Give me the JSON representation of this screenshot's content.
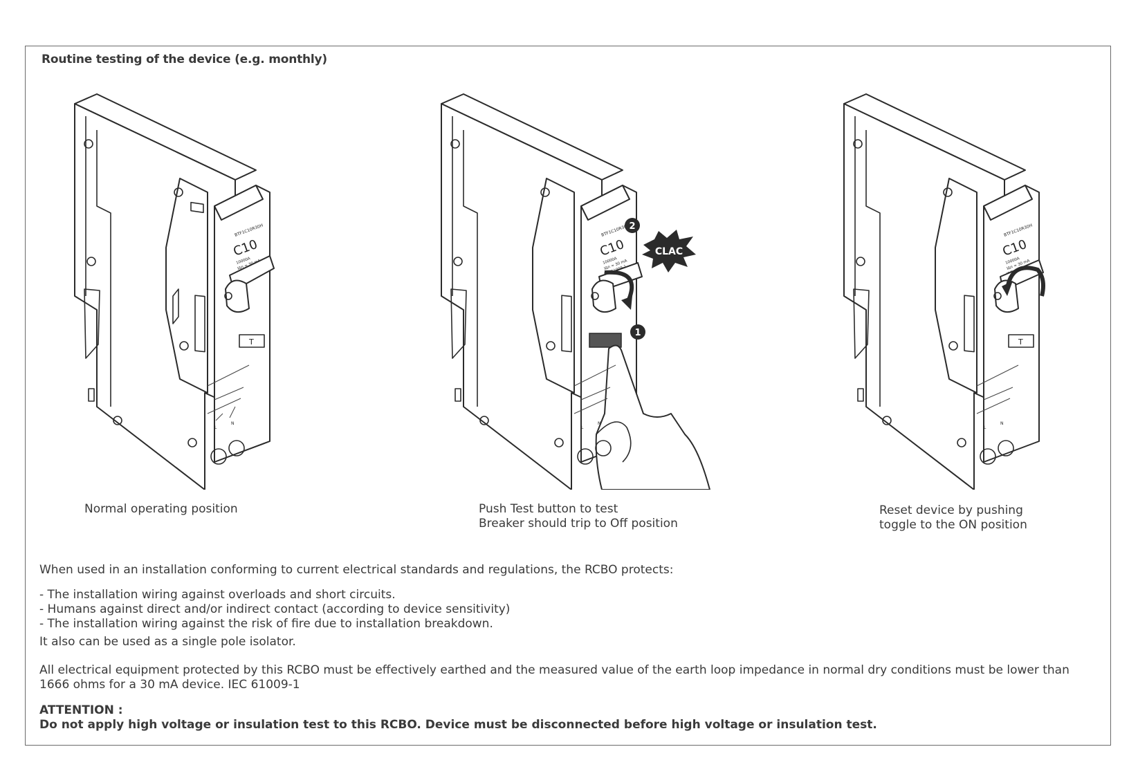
{
  "heading": "Routine testing of the device (e.g. monthly)",
  "device_labels": {
    "model_code": "BTF1C10R30H",
    "rating": "C10",
    "breaking_capacity": "10000A",
    "sensitivity": "IΔn = 30 mA",
    "standard": "IEC 61009-1",
    "terminal_l": "L",
    "terminal_n": "N"
  },
  "figures": [
    {
      "caption_lines": [
        "Normal operating position"
      ]
    },
    {
      "caption_lines": [
        "Push Test button to test",
        "Breaker should trip to Off position"
      ],
      "sound_label": "CLAC",
      "step_markers": [
        "1",
        "2"
      ]
    },
    {
      "caption_lines": [
        "Reset device by pushing",
        "toggle to the ON position"
      ]
    }
  ],
  "intro": "When used in an installation conforming to current electrical standards and regulations, the RCBO protects:",
  "bullets": [
    "- The installation wiring against overloads and short circuits.",
    "- Humans against direct and/or indirect contact (according to device sensitivity)",
    "- The installation wiring against the risk of fire due to installation breakdown."
  ],
  "isolator": "It also can be used as a single pole isolator.",
  "earth_paragraph": "All electrical equipment protected by this RCBO must be effectively earthed and the measured value of the earth loop impedance in normal dry conditions must be lower than 1666 ohms for a 30 mA device. IEC 61009-1",
  "attention_title": "ATTENTION :",
  "attention_text": "Do not apply high voltage or insulation test to this RCBO. Device must be disconnected before high voltage or insulation test.",
  "colors": {
    "ink": "#2b2b2b",
    "frame": "#6a6a6a",
    "badge": "#2b2b2b"
  }
}
